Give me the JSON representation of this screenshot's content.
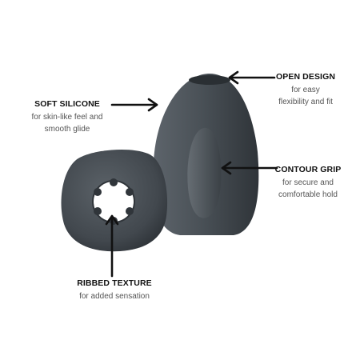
{
  "callouts": {
    "soft_silicone": {
      "title": "SOFT SILICONE",
      "desc1": "for skin-like feel and",
      "desc2": "smooth glide"
    },
    "open_design": {
      "title": "OPEN DESIGN",
      "desc1": "for easy",
      "desc2": "flexibility and fit"
    },
    "contour_grip": {
      "title": "CONTOUR GRIP",
      "desc1": "for secure and",
      "desc2": "comfortable hold"
    },
    "ribbed_texture": {
      "title": "RIBBED TEXTURE",
      "desc1": "for added sensation"
    }
  },
  "colors": {
    "product": "#454c52",
    "product_shadow": "#2b3035",
    "product_highlight": "#6b737a",
    "arrow": "#111111"
  }
}
